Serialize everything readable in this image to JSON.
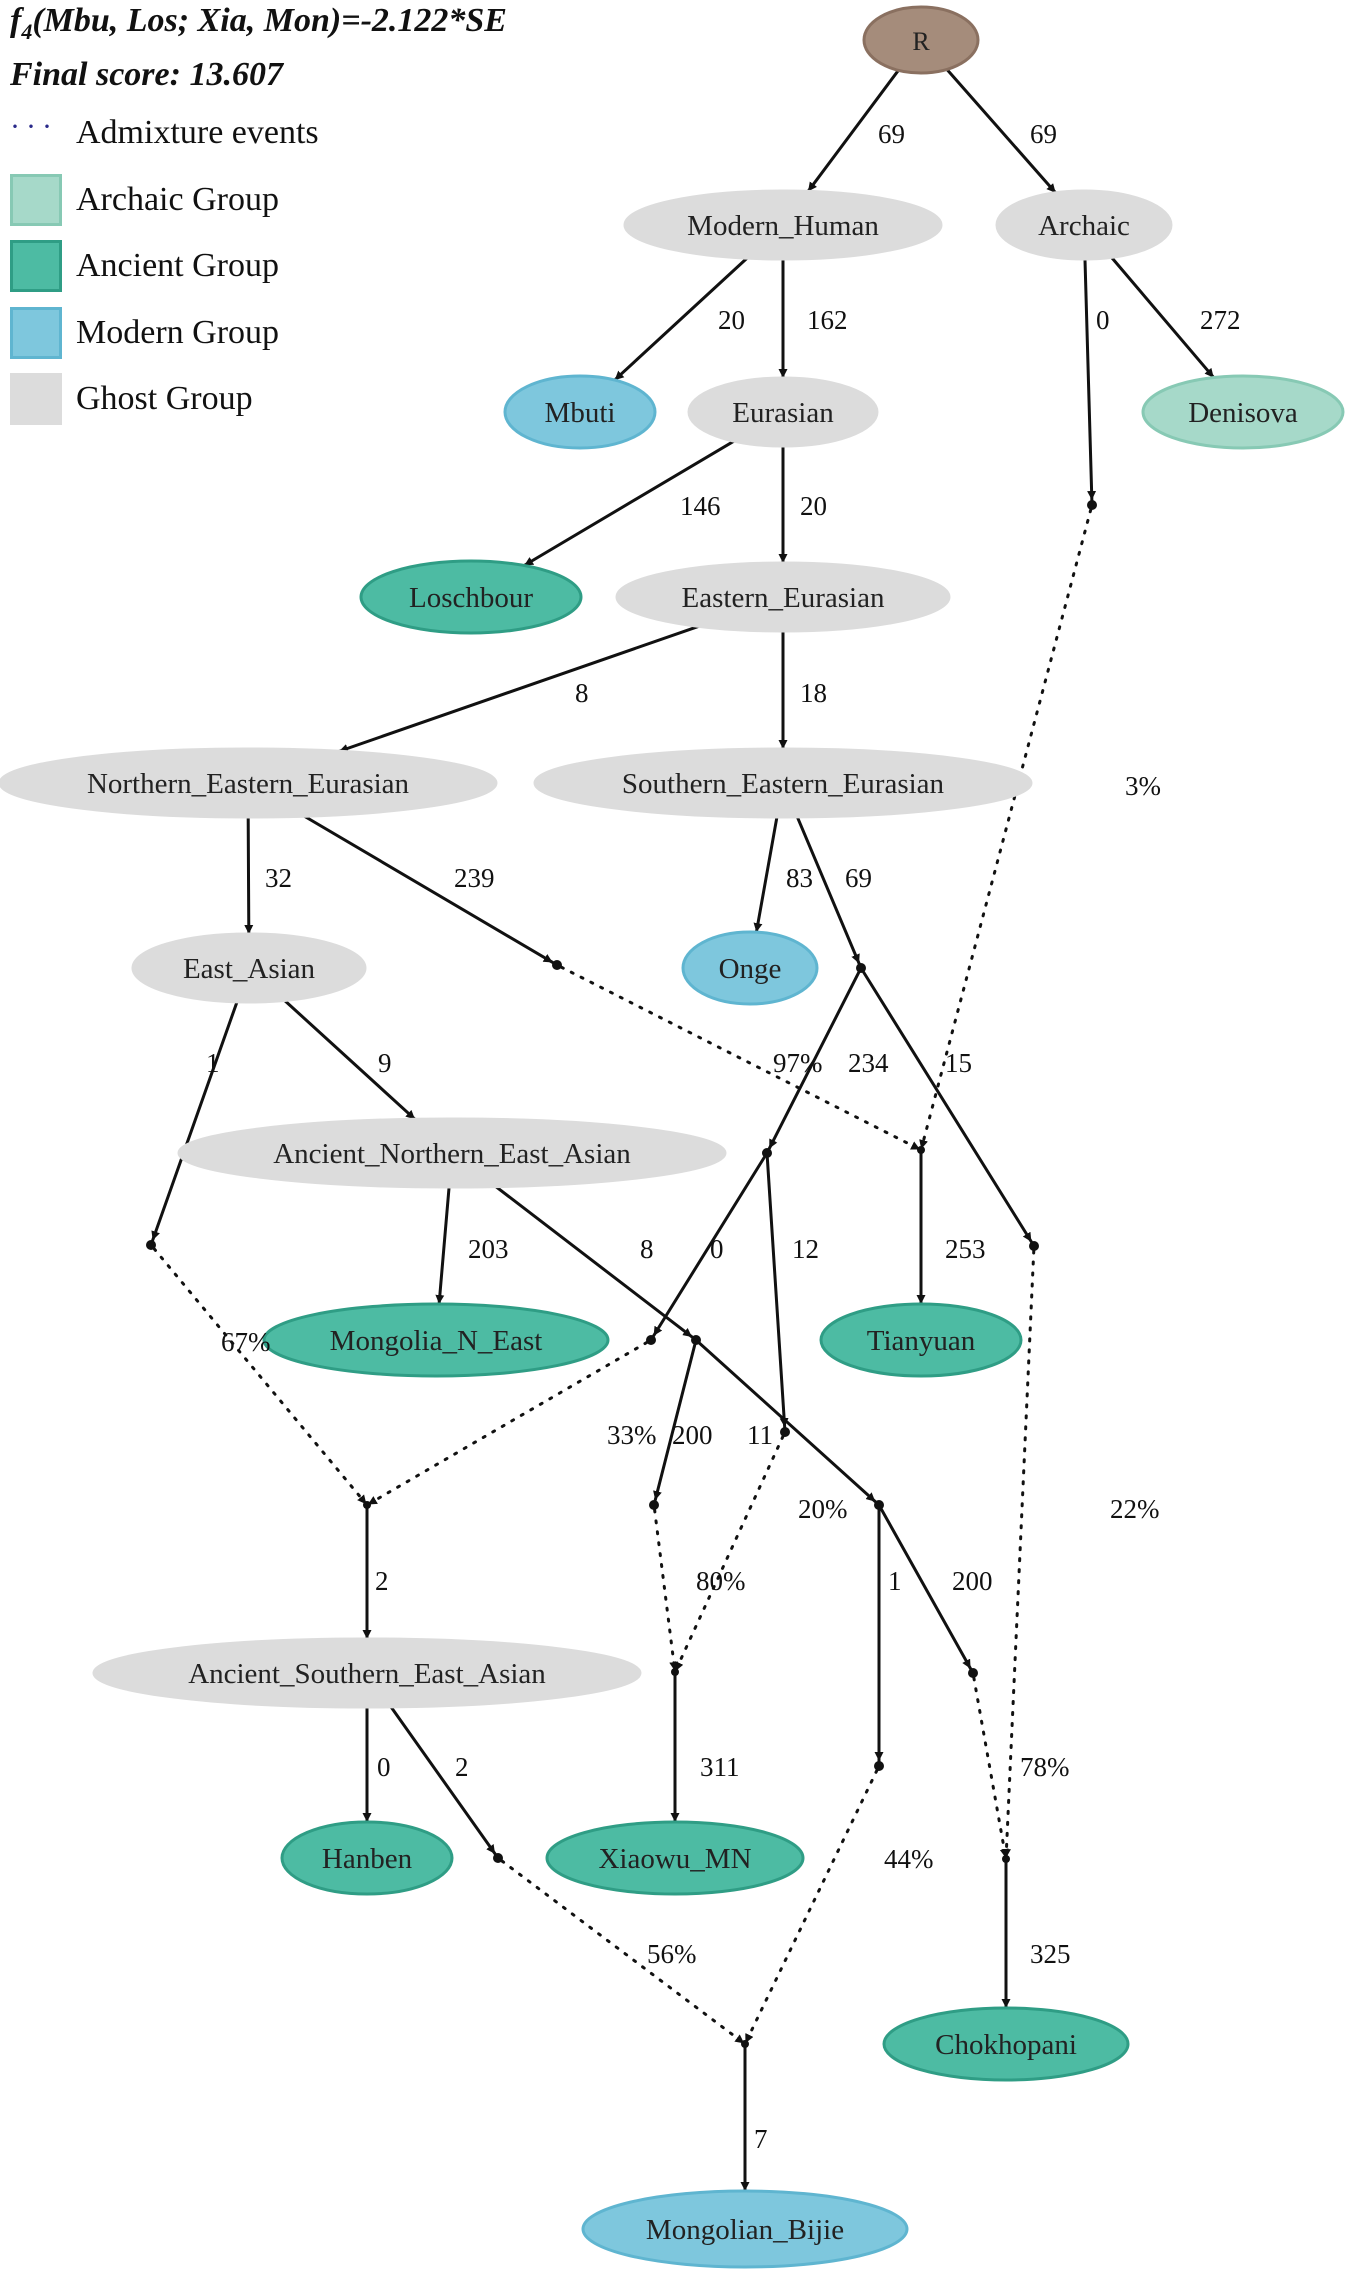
{
  "header": {
    "f4_label": "f",
    "f4_subscript": "4",
    "f4_rest": "(Mbu, Los; Xia, Mon)=-2.122*SE",
    "final_score": "Final score: 13.607"
  },
  "legend": {
    "admixture_label": "Admixture events",
    "groups": [
      {
        "label": "Archaic Group",
        "color": "#a6d9c9",
        "border": "#87c9b4"
      },
      {
        "label": "Ancient Group",
        "color": "#4dbba3",
        "border": "#2f9d85"
      },
      {
        "label": "Modern Group",
        "color": "#7ec7dd",
        "border": "#5fb5d0"
      },
      {
        "label": "Ghost Group",
        "color": "#dcdcdc",
        "border": "#dcdcdc"
      }
    ]
  },
  "colors": {
    "root": "#a58c7b",
    "root_border": "#8a7060",
    "ghost": "#dcdcdc",
    "archaic": "#a6d9c9",
    "ancient": "#4dbba3",
    "modern": "#7ec7dd",
    "edge": "#111111"
  },
  "nodes": [
    {
      "id": "R",
      "label": "R",
      "group": "root"
    },
    {
      "id": "Modern_Human",
      "label": "Modern_Human",
      "group": "ghost"
    },
    {
      "id": "Archaic",
      "label": "Archaic",
      "group": "ghost"
    },
    {
      "id": "Mbuti",
      "label": "Mbuti",
      "group": "modern"
    },
    {
      "id": "Eurasian",
      "label": "Eurasian",
      "group": "ghost"
    },
    {
      "id": "Denisova",
      "label": "Denisova",
      "group": "archaic"
    },
    {
      "id": "Loschbour",
      "label": "Loschbour",
      "group": "ancient"
    },
    {
      "id": "Eastern_Eurasian",
      "label": "Eastern_Eurasian",
      "group": "ghost"
    },
    {
      "id": "Northern_Eastern_Eurasian",
      "label": "Northern_Eastern_Eurasian",
      "group": "ghost"
    },
    {
      "id": "Southern_Eastern_Eurasian",
      "label": "Southern_Eastern_Eurasian",
      "group": "ghost"
    },
    {
      "id": "East_Asian",
      "label": "East_Asian",
      "group": "ghost"
    },
    {
      "id": "Onge",
      "label": "Onge",
      "group": "modern"
    },
    {
      "id": "Ancient_Northern_East_Asian",
      "label": "Ancient_Northern_East_Asian",
      "group": "ghost"
    },
    {
      "id": "Mongolia_N_East",
      "label": "Mongolia_N_East",
      "group": "ancient"
    },
    {
      "id": "Tianyuan",
      "label": "Tianyuan",
      "group": "ancient"
    },
    {
      "id": "Ancient_Southern_East_Asian",
      "label": "Ancient_Southern_East_Asian",
      "group": "ghost"
    },
    {
      "id": "Hanben",
      "label": "Hanben",
      "group": "ancient"
    },
    {
      "id": "Xiaowu_MN",
      "label": "Xiaowu_MN",
      "group": "ancient"
    },
    {
      "id": "Chokhopani",
      "label": "Chokhopani",
      "group": "ancient"
    },
    {
      "id": "Mongolian_Bijie",
      "label": "Mongolian_Bijie",
      "group": "modern"
    }
  ],
  "edges": [
    {
      "from": "R",
      "to": "Modern_Human",
      "label": "69",
      "style": "solid"
    },
    {
      "from": "R",
      "to": "Archaic",
      "label": "69",
      "style": "solid"
    },
    {
      "from": "Modern_Human",
      "to": "Mbuti",
      "label": "20",
      "style": "solid"
    },
    {
      "from": "Modern_Human",
      "to": "Eurasian",
      "label": "162",
      "style": "solid"
    },
    {
      "from": "Archaic",
      "to": "j_arch",
      "label": "0",
      "style": "solid"
    },
    {
      "from": "Archaic",
      "to": "Denisova",
      "label": "272",
      "style": "solid"
    },
    {
      "from": "Eurasian",
      "to": "Loschbour",
      "label": "146",
      "style": "solid"
    },
    {
      "from": "Eurasian",
      "to": "Eastern_Eurasian",
      "label": "20",
      "style": "solid"
    },
    {
      "from": "Eastern_Eurasian",
      "to": "Northern_Eastern_Eurasian",
      "label": "8",
      "style": "solid"
    },
    {
      "from": "Eastern_Eurasian",
      "to": "Southern_Eastern_Eurasian",
      "label": "18",
      "style": "solid"
    },
    {
      "from": "j_arch",
      "to": "m_tian",
      "label": "3%",
      "style": "dotted"
    },
    {
      "from": "Northern_Eastern_Eurasian",
      "to": "East_Asian",
      "label": "32",
      "style": "solid"
    },
    {
      "from": "Northern_Eastern_Eurasian",
      "to": "j_nee",
      "label": "239",
      "style": "solid"
    },
    {
      "from": "Southern_Eastern_Eurasian",
      "to": "Onge",
      "label": "83",
      "style": "solid"
    },
    {
      "from": "Southern_Eastern_Eurasian",
      "to": "j_see",
      "label": "69",
      "style": "solid"
    },
    {
      "from": "j_nee",
      "to": "m_tian",
      "label": "97%",
      "style": "dotted"
    },
    {
      "from": "j_see",
      "to": "j_a",
      "label": "234",
      "style": "solid"
    },
    {
      "from": "j_see",
      "to": "j_chk",
      "label": "15",
      "style": "solid"
    },
    {
      "from": "East_Asian",
      "to": "j_ea",
      "label": "1",
      "style": "solid"
    },
    {
      "from": "East_Asian",
      "to": "Ancient_Northern_East_Asian",
      "label": "9",
      "style": "solid"
    },
    {
      "from": "m_tian",
      "to": "Tianyuan",
      "label": "253",
      "style": "solid"
    },
    {
      "from": "Ancient_Northern_East_Asian",
      "to": "Mongolia_N_East",
      "label": "203",
      "style": "solid"
    },
    {
      "from": "Ancient_Northern_East_Asian",
      "to": "j_anea",
      "label": "8",
      "style": "solid"
    },
    {
      "from": "j_a",
      "to": "j_a2",
      "label": "0",
      "style": "solid"
    },
    {
      "from": "j_a",
      "to": "j_a3",
      "label": "12",
      "style": "solid"
    },
    {
      "from": "j_ea",
      "to": "m_ase",
      "label": "67%",
      "style": "dotted"
    },
    {
      "from": "j_a2",
      "to": "m_ase",
      "label": "33%",
      "style": "dotted"
    },
    {
      "from": "j_anea",
      "to": "j_xia",
      "label": "200",
      "style": "solid"
    },
    {
      "from": "j_anea",
      "to": "j_b",
      "label": "11",
      "style": "solid"
    },
    {
      "from": "j_chk",
      "to": "m_chk",
      "label": "22%",
      "style": "dotted"
    },
    {
      "from": "j_a3",
      "to": "m_xia",
      "label": "20%",
      "style": "dotted"
    },
    {
      "from": "j_xia",
      "to": "m_xia",
      "label": "80%",
      "style": "dotted"
    },
    {
      "from": "m_ase",
      "to": "Ancient_Southern_East_Asian",
      "label": "2",
      "style": "solid"
    },
    {
      "from": "j_b",
      "to": "j_b1",
      "label": "1",
      "style": "solid"
    },
    {
      "from": "j_b",
      "to": "j_b2",
      "label": "200",
      "style": "solid"
    },
    {
      "from": "m_xia",
      "to": "Xiaowu_MN",
      "label": "311",
      "style": "solid"
    },
    {
      "from": "j_b2",
      "to": "m_chk",
      "label": "78%",
      "style": "dotted"
    },
    {
      "from": "Ancient_Southern_East_Asian",
      "to": "Hanben",
      "label": "0",
      "style": "solid"
    },
    {
      "from": "Ancient_Southern_East_Asian",
      "to": "j_ase",
      "label": "2",
      "style": "solid"
    },
    {
      "from": "j_b1",
      "to": "m_bij",
      "label": "44%",
      "style": "dotted"
    },
    {
      "from": "j_ase",
      "to": "m_bij",
      "label": "56%",
      "style": "dotted"
    },
    {
      "from": "m_chk",
      "to": "Chokhopani",
      "label": "325",
      "style": "solid"
    },
    {
      "from": "m_bij",
      "to": "Mongolian_Bijie",
      "label": "7",
      "style": "solid"
    }
  ]
}
